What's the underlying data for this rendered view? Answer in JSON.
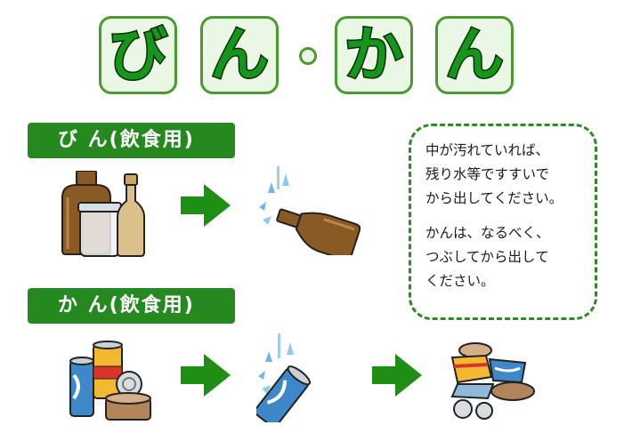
{
  "title": {
    "chars": [
      "び",
      "ん",
      "か",
      "ん"
    ]
  },
  "sections": [
    {
      "label": "び ん(飲食用)"
    },
    {
      "label": "か ん(飲食用)"
    }
  ],
  "note": {
    "lines_1": [
      "中が汚れていれば、",
      "残り水等ですすいで",
      "から出してください。"
    ],
    "lines_2": [
      "かんは、なるべく、",
      "つぶしてから出して",
      "ください。"
    ]
  },
  "colors": {
    "brand_green": "#26891f",
    "tile_bg": "#eaf7e4",
    "tile_border": "#4a9b2f"
  },
  "icons": {
    "arrow": "right-arrow-icon",
    "bottles": "bottles-icon",
    "rinse_bottle": "rinse-bottle-icon",
    "cans": "cans-icon",
    "rinse_can": "rinse-can-icon",
    "crushed_cans": "crushed-cans-icon"
  }
}
